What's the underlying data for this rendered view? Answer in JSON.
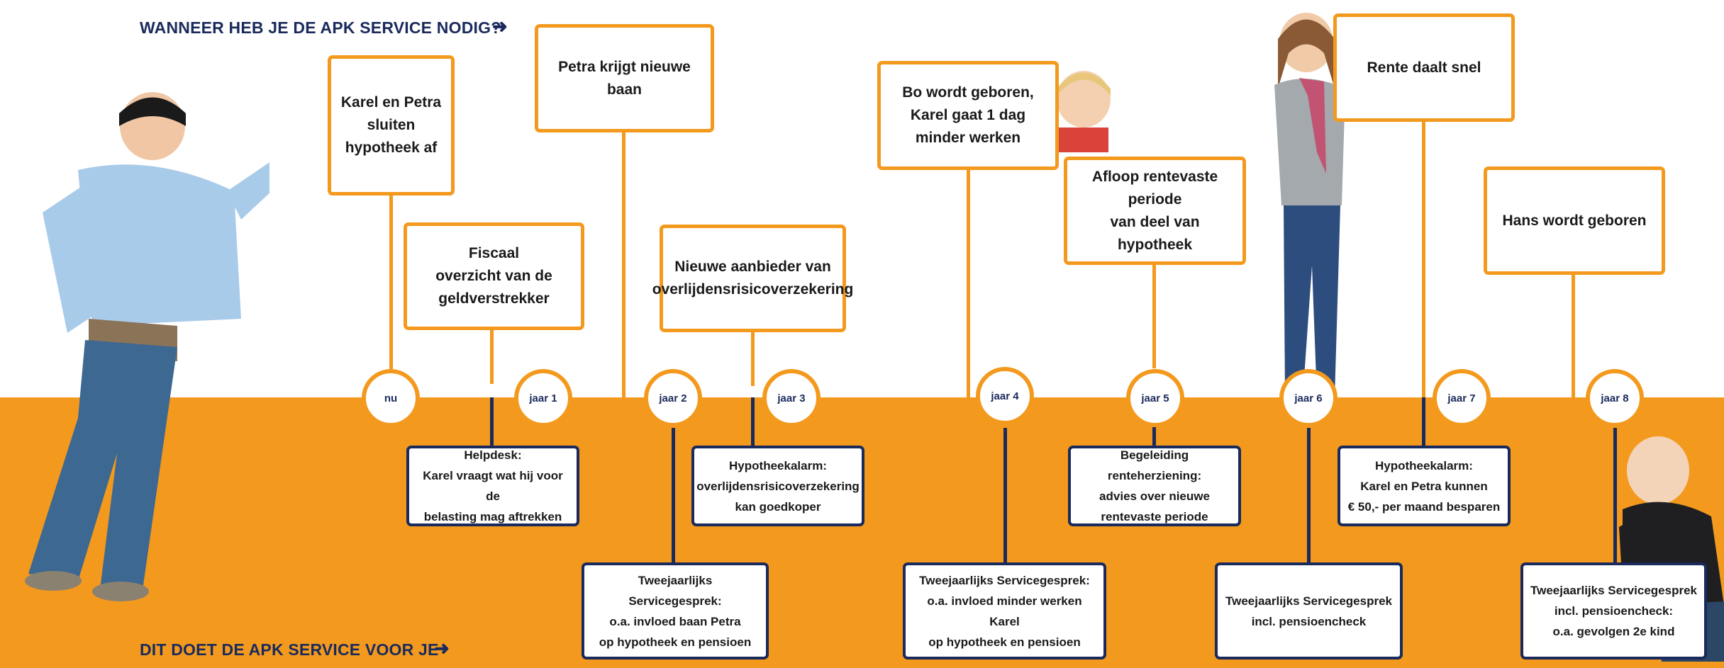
{
  "colors": {
    "orange": "#f39a1e",
    "navy": "#1b2a5c"
  },
  "headings": {
    "top": "WANNEER HEB JE DE APK SERVICE NODIG?",
    "bottom": "DIT DOET DE APK SERVICE VOOR JE",
    "arrow": "➜"
  },
  "milestones": [
    {
      "label": "nu"
    },
    {
      "label": "jaar 1"
    },
    {
      "label": "jaar 2"
    },
    {
      "label": "jaar 3"
    },
    {
      "label": "jaar 4"
    },
    {
      "label": "jaar 5"
    },
    {
      "label": "jaar 6"
    },
    {
      "label": "jaar 7"
    },
    {
      "label": "jaar 8"
    }
  ],
  "life_events": [
    {
      "text": "Karel en Petra\nsluiten\nhypotheek af"
    },
    {
      "text": "Petra krijgt nieuwe baan"
    },
    {
      "text": "Fiscaal\noverzicht van de\ngeldverstrekker"
    },
    {
      "text": "Nieuwe aanbieder van\noverlijdensrisicoverzekering"
    },
    {
      "text": "Bo wordt geboren,\nKarel gaat 1 dag\nminder werken"
    },
    {
      "text": "Afloop rentevaste periode\nvan deel van hypotheek"
    },
    {
      "text": "Rente daalt snel"
    },
    {
      "text": "Hans wordt geboren"
    }
  ],
  "services": [
    {
      "text": "Helpdesk:\nKarel vraagt wat hij voor de\nbelasting mag aftrekken"
    },
    {
      "text": "Hypotheekalarm:\noverlijdensrisicoverzekering\nkan goedkoper"
    },
    {
      "text": "Tweejaarlijks Servicegesprek:\no.a. invloed baan Petra\nop hypotheek en pensioen"
    },
    {
      "text": "Tweejaarlijks Servicegesprek:\no.a. invloed minder werken Karel\nop hypotheek en pensioen"
    },
    {
      "text": "Begeleiding renteherziening:\nadvies over nieuwe\nrentevaste periode"
    },
    {
      "text": "Hypotheekalarm:\nKarel en Petra kunnen\n€ 50,- per maand besparen"
    },
    {
      "text": "Tweejaarlijks Servicegesprek\nincl. pensioencheck"
    },
    {
      "text": "Tweejaarlijks Servicegesprek\nincl. pensioencheck:\no.a. gevolgen 2e kind"
    }
  ]
}
